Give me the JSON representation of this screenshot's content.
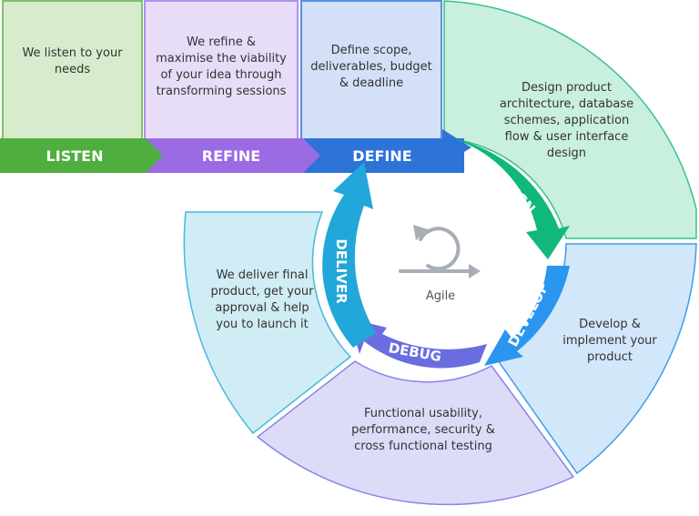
{
  "stages": [
    {
      "label": "LISTEN",
      "desc": [
        "We listen to your",
        "needs"
      ],
      "color": "#4fae3e",
      "fill": "#d8eccd",
      "stroke": "#7cc36a"
    },
    {
      "label": "REFINE",
      "desc": [
        "We refine &",
        "maximise the viability",
        "of your idea through",
        "transforming sessions"
      ],
      "color": "#9b6be4",
      "fill": "#e8ddf8",
      "stroke": "#b190ee"
    },
    {
      "label": "DEFINE",
      "desc": [
        "Define scope,",
        "deliverables, budget",
        "& deadline"
      ],
      "color": "#2e73d8",
      "fill": "#d3e0f7",
      "stroke": "#5b8fe2"
    }
  ],
  "cycle": [
    {
      "label": "DESIGN",
      "desc": [
        "Design product",
        "architecture, database",
        "schemes, application",
        "flow & user interface",
        "design"
      ],
      "color": "#10b879",
      "fill": "#c9efdf",
      "stroke": "#3ac08e"
    },
    {
      "label": "DEVELOP",
      "desc": [
        "Develop &",
        "implement your",
        "product"
      ],
      "color": "#2b96f0",
      "fill": "#d2e7fa",
      "stroke": "#3c9cee"
    },
    {
      "label": "DEBUG",
      "desc": [
        "Functional usability,",
        "performance, security &",
        "cross functional testing"
      ],
      "color": "#6a6de0",
      "fill": "#dcdcf8",
      "stroke": "#8686e6"
    },
    {
      "label": "DELIVER",
      "desc": [
        "We deliver final",
        "product, get your",
        "approval & help",
        "you to launch it"
      ],
      "color": "#21a7d9",
      "fill": "#d0ecf4",
      "stroke": "#46b8e0"
    }
  ],
  "center_label": "Agile",
  "icon": "agile-loop-icon"
}
